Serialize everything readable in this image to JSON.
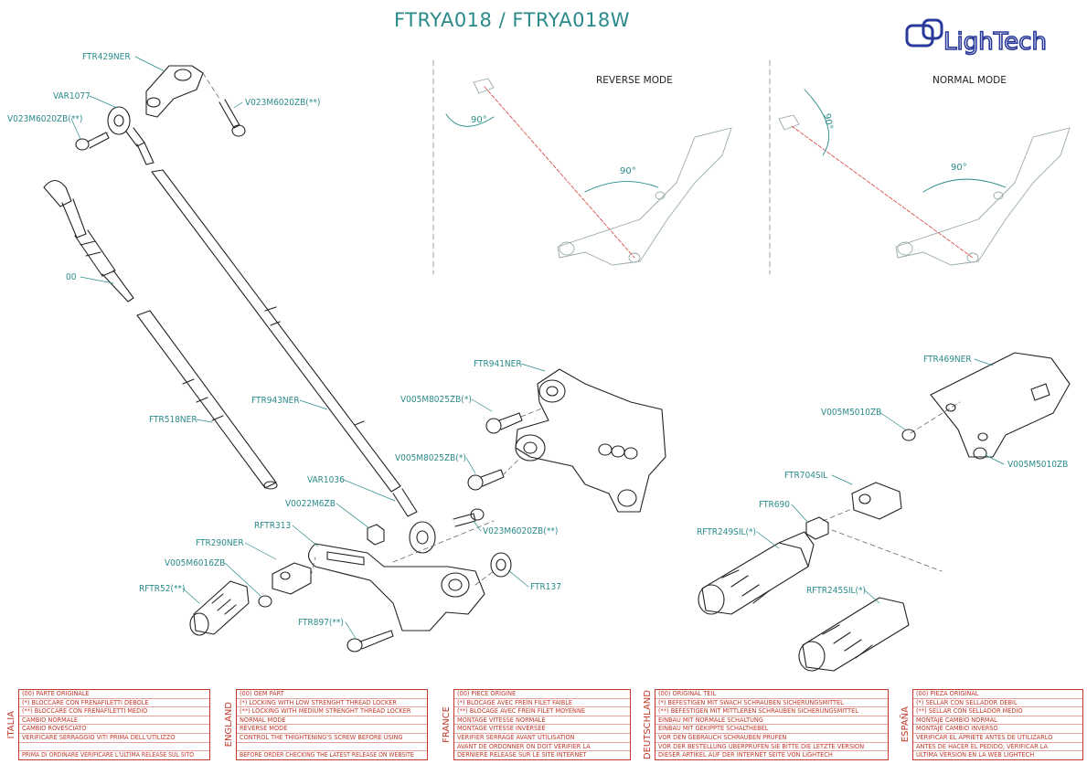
{
  "title": "FTRYA018 / FTRYA018W",
  "logo": {
    "brand": "LighTech"
  },
  "modes": {
    "reverse": "REVERSE MODE",
    "normal": "NORMAL MODE"
  },
  "angles": {
    "reverse_top": "90°",
    "reverse_bottom": "90°",
    "normal_top": "90°",
    "normal_bottom": "90°"
  },
  "parts": {
    "ftr429ner": "FTR429NER",
    "var1077": "VAR1077",
    "v023m6020zb_left": "V023M6020ZB(**)",
    "v023m6020zb_right": "V023M6020ZB(**)",
    "oem00": "00",
    "ftr518ner": "FTR518NER",
    "ftr943ner": "FTR943NER",
    "ftr941ner": "FTR941NER",
    "v005m8025zb_top": "V005M8025ZB(*)",
    "v005m8025zb_mid": "V005M8025ZB(*)",
    "var1036": "VAR1036",
    "v0022m6zb": "V0022M6ZB",
    "v023m6020zb_bottom": "V023M6020ZB(**)",
    "rftr313": "RFTR313",
    "ftr290ner": "FTR290NER",
    "v005m6016zb": "V005M6016ZB",
    "rftr52": "RFTR52(**)",
    "ftr137": "FTR137",
    "ftr897": "FTR897(**)",
    "ftr469ner": "FTR469NER",
    "v005m5010zb_left": "V005M5010ZB",
    "v005m5010zb_right": "V005M5010ZB",
    "ftr704sil": "FTR704SIL",
    "ftr690": "FTR690",
    "rftr249sil": "RFTR249SIL(*)",
    "rftr245sil": "RFTR245SIL(*)"
  },
  "legend": [
    {
      "country": "ITALIA",
      "lines": [
        "(00) PARTE ORIGINALE",
        "(*)    BLOCCARE CON FRENAFILETTI DEBOLE",
        "(**)   BLOCCARE CON FRENAFILETTI MEDIO",
        "CAMBIO NORMALE",
        "CAMBIO ROVESCIATO",
        "VERIFICARE SERRAGGIO VITI PRIMA DELL'UTILIZZO",
        "",
        "PRIMA DI ORDINARE VERIFICARE L'ULTIMA RELEASE SUL SITO"
      ]
    },
    {
      "country": "ENGLAND",
      "lines": [
        "(00) OEM PART",
        "(*)    LOCKING WITH LOW STRENGHT THREAD LOCKER",
        "(**)   LOCKING WITH MEDIUM STRENGHT THREAD LOCKER",
        "NORMAL MODE",
        "REVERSE MODE",
        "CONTROL THE THIGHTENING'S SCREW BEFORE USING",
        "",
        "BEFORE ORDER CHECKING THE LATEST RELEASE ON WEBSITE"
      ]
    },
    {
      "country": "FRANCE",
      "lines": [
        "(00) PIECE ORIGINE",
        "(*)    BLOCAGE AVEC FREIN FILET FAIBLE",
        "(**)   BLOCAGE AVEC FREIN FILET MOYENNE",
        "MONTAGE VITESSE NORMALE",
        "MONTAGE VITESSE INVERSEE",
        "VERIFIER SERRAGE AVANT UTILISATION",
        "AVANT DE ORDONNER ON DOIT VERIFIER LA",
        "DERNIERE RELEASE SUR LE SITE INTERNET"
      ]
    },
    {
      "country": "DEUTSCHLAND",
      "lines": [
        "(00) ORIGINAL TEIL",
        "(*)    BEFESTIGEN MIT SWACH SCHRAUBEN SICHERUNGSMITTEL",
        "(**)   BEFESTIGEN MIT MITTLEREN SCHRAUBEN SICHERUNGSMITTEL",
        "EINBAU MIT NORMALE SCHALTUNG",
        "EINBAU MIT GEKIPPTE SCHALTHEBEL",
        "VOR DEN GEBRAUCH SCHRAUBEN PRÜFEN",
        "VOR DER BESTELLUNG ÜBERPRÜFEN SIE BITTE DIE LETZTE VERSION",
        "DIESER ARTIKEL AUF DER INTERNET SEITE VON LIGHTECH"
      ]
    },
    {
      "country": "ESPAÑA",
      "lines": [
        "(00) PIEZA ORIGINAL",
        "(*)    SELLAR CON SELLADOR DEBIL",
        "(**)   SELLAR CON SELLADOR MEDIO",
        "MONTAJE  CAMBIO NORMAL",
        "MONTAJE CAMBIO INVERSO",
        "VERIFICAR EL APRIETE ANTES DE UTILIZARLO",
        "ANTES DE HACER EL PEDIDO, VERIFICAR LA",
        "ULTIMA VERSION EN LA WEB LIGHTECH"
      ]
    }
  ],
  "colors": {
    "accent": "#2a8a8a",
    "legend": "#c0392b",
    "line": "#222222",
    "guide": "#d9534f"
  }
}
